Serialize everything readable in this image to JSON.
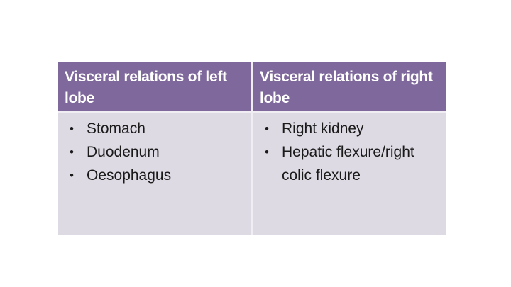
{
  "slide": {
    "table": {
      "bullet_char": "•",
      "columns": [
        {
          "header": "Visceral relations of left lobe",
          "items": [
            "Stomach",
            "Duodenum",
            "Oesophagus"
          ]
        },
        {
          "header": "Visceral relations of right lobe",
          "items": [
            "Right kidney",
            "Hepatic flexure/right colic flexure"
          ]
        }
      ],
      "colors": {
        "header_bg": "#7F689B",
        "header_text": "#FFFFFF",
        "body_bg": "#DEDAE4",
        "body_text": "#1A1A1A",
        "divider": "#F0EEF3",
        "canvas_bg": "#FFFFFF"
      }
    }
  }
}
